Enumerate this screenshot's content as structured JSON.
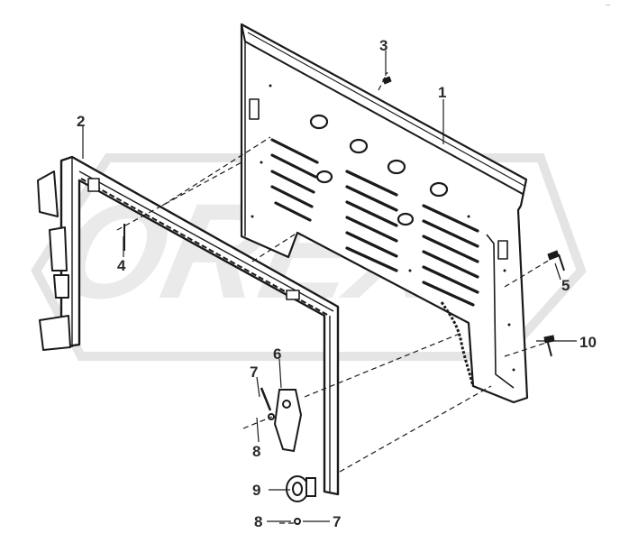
{
  "watermark": {
    "text": "OREX",
    "color": "#d9d9d9"
  },
  "corner_mark": "--",
  "callouts": [
    {
      "id": "1",
      "label": "1"
    },
    {
      "id": "2",
      "label": "2"
    },
    {
      "id": "3",
      "label": "3"
    },
    {
      "id": "4",
      "label": "4"
    },
    {
      "id": "5",
      "label": "5"
    },
    {
      "id": "6",
      "label": "6"
    },
    {
      "id": "7a",
      "label": "7"
    },
    {
      "id": "7b",
      "label": "7"
    },
    {
      "id": "8a",
      "label": "8"
    },
    {
      "id": "8b",
      "label": "8"
    },
    {
      "id": "9",
      "label": "9"
    },
    {
      "id": "10",
      "label": "10"
    }
  ],
  "colors": {
    "line": "#1a1a1a",
    "fill": "#ffffff",
    "shade": "#444444"
  }
}
